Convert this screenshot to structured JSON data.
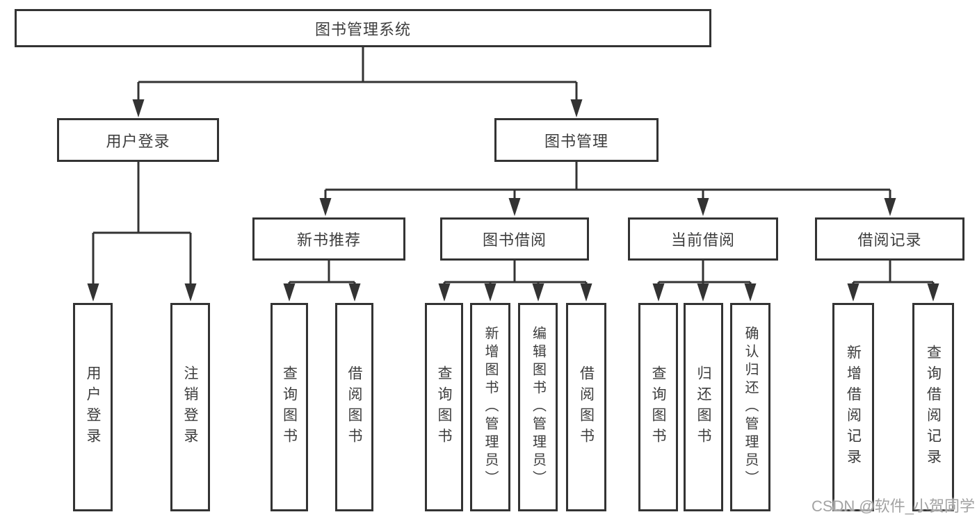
{
  "tree": {
    "root": {
      "label": "图书管理系统"
    },
    "user_login": {
      "label": "用户登录",
      "children": [
        {
          "label": "用户登录"
        },
        {
          "label": "注销登录"
        }
      ]
    },
    "book_management": {
      "label": "图书管理",
      "modules": [
        {
          "label": "新书推荐",
          "children": [
            {
              "label": "查询图书"
            },
            {
              "label": "借阅图书"
            }
          ]
        },
        {
          "label": "图书借阅",
          "children": [
            {
              "label": "查询图书"
            },
            {
              "label": "新增图书（管理员）"
            },
            {
              "label": "编辑图书（管理员）"
            },
            {
              "label": "借阅图书"
            }
          ]
        },
        {
          "label": "当前借阅",
          "children": [
            {
              "label": "查询图书"
            },
            {
              "label": "归还图书"
            },
            {
              "label": "确认归还（管理员）"
            }
          ]
        },
        {
          "label": "借阅记录",
          "children": [
            {
              "label": "新增借阅记录"
            },
            {
              "label": "查询借阅记录"
            }
          ]
        }
      ]
    }
  },
  "watermark": {
    "text": "CSDN @软件_小贺同学"
  },
  "colors": {
    "line": "#333333",
    "text": "#3d3d3d",
    "background": "#ffffff",
    "watermark": "#a3a3a3"
  }
}
